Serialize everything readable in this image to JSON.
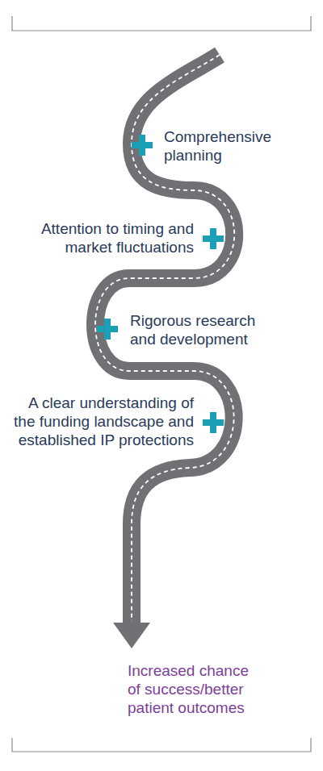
{
  "diagram": {
    "labels": [
      "Comprehensive planning",
      "Attention to timing and market fluctuations",
      "Rigorous research and development",
      "A clear understanding of the funding landscape and established IP protections",
      "Increased chance of success/better patient outcomes"
    ]
  }
}
